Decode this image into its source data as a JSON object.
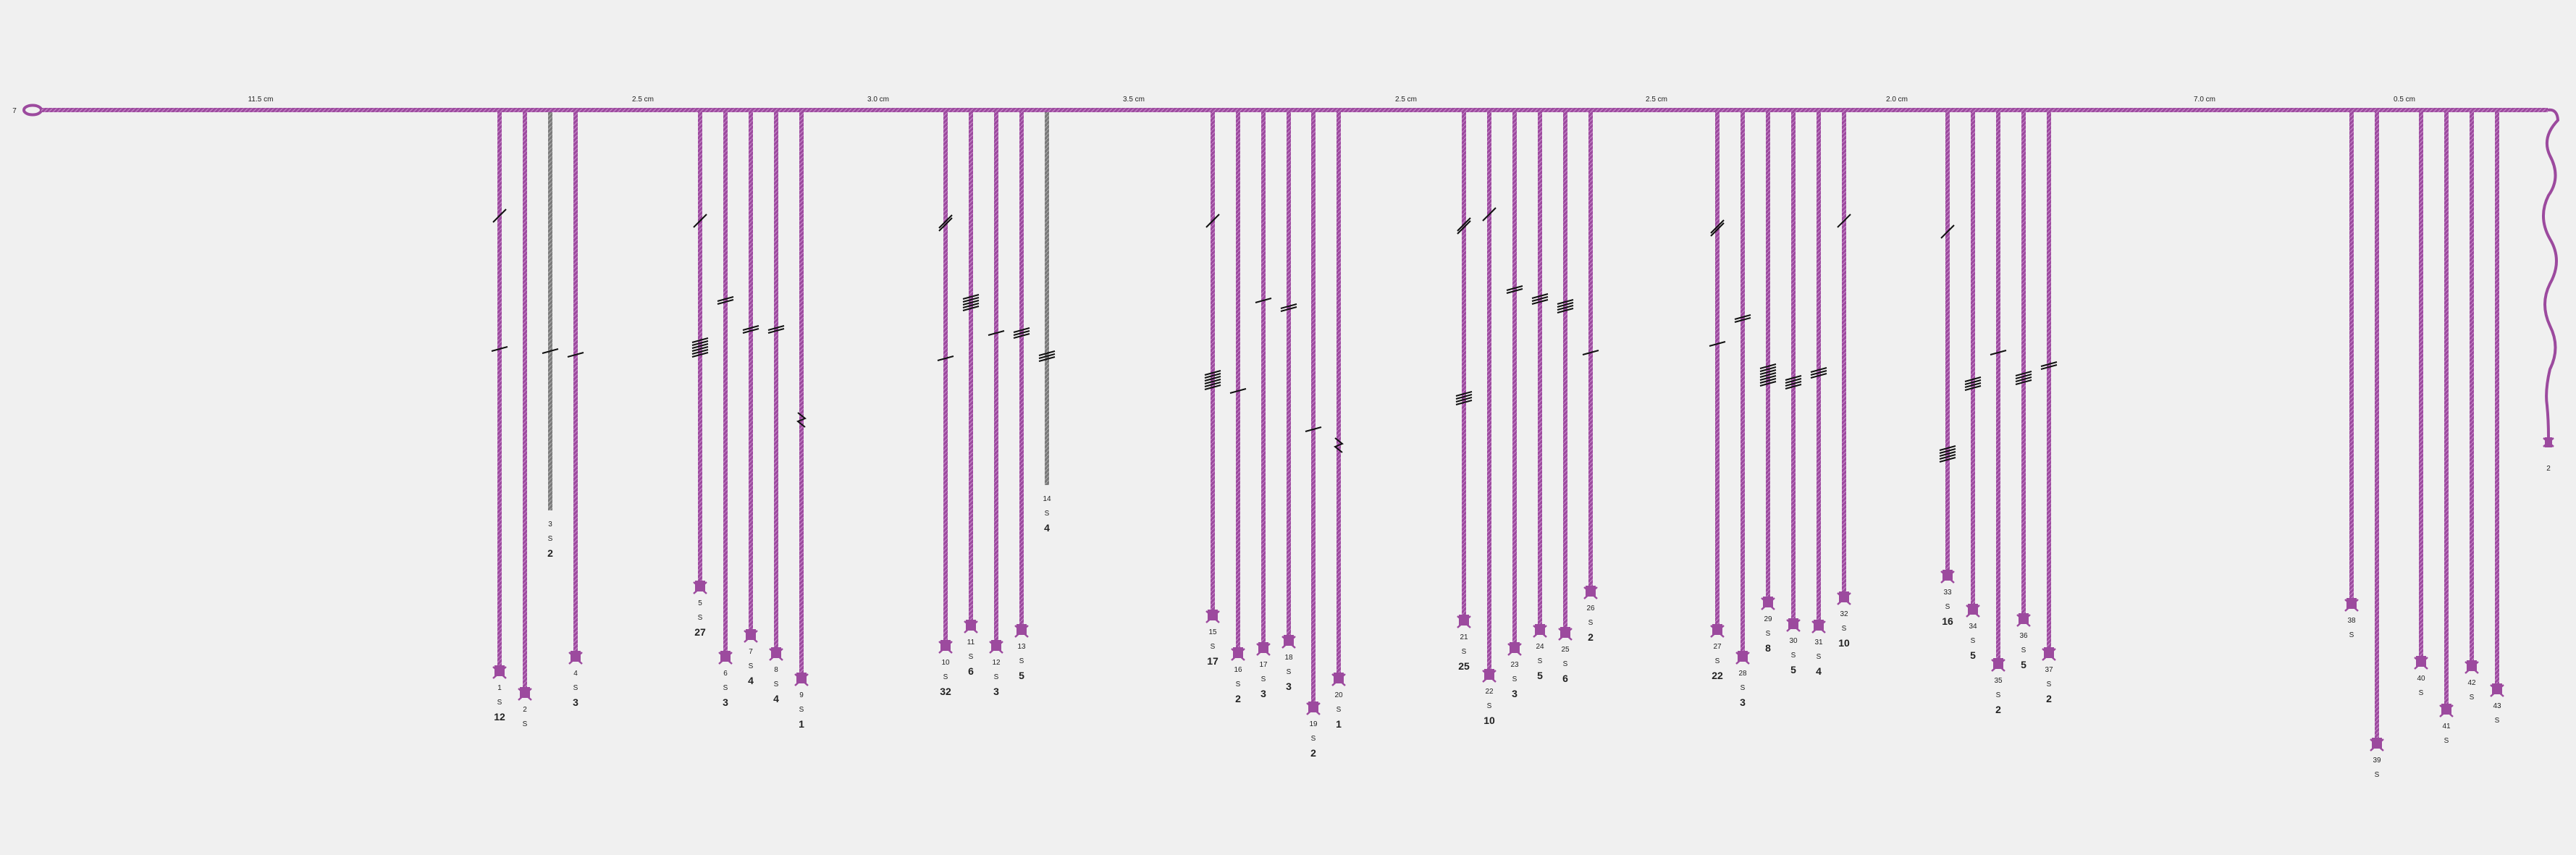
{
  "main_cord": {
    "start_label": "7",
    "end_label": "2",
    "color": "#9c4a9e"
  },
  "spacings": [
    "11.5 cm",
    "2.5 cm",
    "3.0 cm",
    "3.5 cm",
    "2.5 cm",
    "2.5 cm",
    "2.0 cm",
    "7.0 cm",
    "0.5 cm"
  ],
  "colors": {
    "purple": "#9c4a9e",
    "gray": "#7a7a7a",
    "knot": "#111111",
    "background": "#f0f0f0"
  },
  "pendants": [
    {
      "num": "1",
      "s": "S",
      "val": "12",
      "color": "purple"
    },
    {
      "num": "2",
      "s": "S",
      "val": "",
      "color": "purple"
    },
    {
      "num": "3",
      "s": "S",
      "val": "2",
      "color": "gray"
    },
    {
      "num": "4",
      "s": "S",
      "val": "3",
      "color": "purple"
    },
    {
      "num": "5",
      "s": "S",
      "val": "27",
      "color": "purple"
    },
    {
      "num": "6",
      "s": "S",
      "val": "3",
      "color": "purple"
    },
    {
      "num": "7",
      "s": "S",
      "val": "4",
      "color": "purple"
    },
    {
      "num": "8",
      "s": "S",
      "val": "4",
      "color": "purple"
    },
    {
      "num": "9",
      "s": "S",
      "val": "1",
      "color": "purple"
    },
    {
      "num": "10",
      "s": "S",
      "val": "32",
      "color": "purple"
    },
    {
      "num": "11",
      "s": "S",
      "val": "6",
      "color": "purple"
    },
    {
      "num": "12",
      "s": "S",
      "val": "3",
      "color": "purple"
    },
    {
      "num": "13",
      "s": "S",
      "val": "5",
      "color": "purple"
    },
    {
      "num": "14",
      "s": "S",
      "val": "4",
      "color": "gray"
    },
    {
      "num": "15",
      "s": "S",
      "val": "17",
      "color": "purple"
    },
    {
      "num": "16",
      "s": "S",
      "val": "2",
      "color": "purple"
    },
    {
      "num": "17",
      "s": "S",
      "val": "3",
      "color": "purple"
    },
    {
      "num": "18",
      "s": "S",
      "val": "3",
      "color": "purple"
    },
    {
      "num": "19",
      "s": "S",
      "val": "2",
      "color": "purple"
    },
    {
      "num": "20",
      "s": "S",
      "val": "1",
      "color": "purple"
    },
    {
      "num": "21",
      "s": "S",
      "val": "25",
      "color": "purple"
    },
    {
      "num": "22",
      "s": "S",
      "val": "10",
      "color": "purple"
    },
    {
      "num": "23",
      "s": "S",
      "val": "3",
      "color": "purple"
    },
    {
      "num": "24",
      "s": "S",
      "val": "5",
      "color": "purple"
    },
    {
      "num": "25",
      "s": "S",
      "val": "6",
      "color": "purple"
    },
    {
      "num": "26",
      "s": "S",
      "val": "2",
      "color": "purple"
    },
    {
      "num": "27",
      "s": "S",
      "val": "22",
      "color": "purple"
    },
    {
      "num": "28",
      "s": "S",
      "val": "3",
      "color": "purple"
    },
    {
      "num": "29",
      "s": "S",
      "val": "8",
      "color": "purple"
    },
    {
      "num": "30",
      "s": "S",
      "val": "5",
      "color": "purple"
    },
    {
      "num": "31",
      "s": "S",
      "val": "4",
      "color": "purple"
    },
    {
      "num": "32",
      "s": "S",
      "val": "10",
      "color": "purple"
    },
    {
      "num": "33",
      "s": "S",
      "val": "16",
      "color": "purple"
    },
    {
      "num": "34",
      "s": "S",
      "val": "5",
      "color": "purple"
    },
    {
      "num": "35",
      "s": "S",
      "val": "2",
      "color": "purple"
    },
    {
      "num": "36",
      "s": "S",
      "val": "5",
      "color": "purple"
    },
    {
      "num": "37",
      "s": "S",
      "val": "2",
      "color": "purple"
    },
    {
      "num": "38",
      "s": "S",
      "val": "",
      "color": "purple"
    },
    {
      "num": "39",
      "s": "S",
      "val": "",
      "color": "purple"
    },
    {
      "num": "40",
      "s": "S",
      "val": "",
      "color": "purple"
    },
    {
      "num": "41",
      "s": "S",
      "val": "",
      "color": "purple"
    },
    {
      "num": "42",
      "s": "S",
      "val": "",
      "color": "purple"
    },
    {
      "num": "43",
      "s": "S",
      "val": "",
      "color": "purple"
    }
  ]
}
